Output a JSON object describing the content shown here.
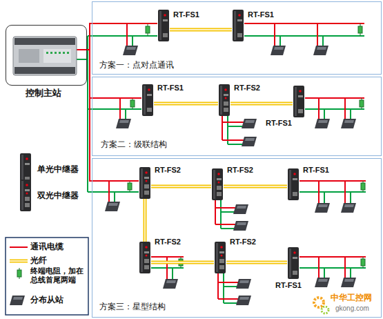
{
  "diagram": {
    "nodes": [
      {
        "text": [
          "控制主站"
        ]
      },
      {
        "text": [
          "方案一：点对点通讯"
        ]
      },
      {
        "text": [
          "RT-FS1"
        ],
        "in": 1
      },
      {
        "text": [
          "RT-FS1"
        ],
        "in": 1
      },
      {
        "text": [
          "方案二：级联结构"
        ]
      },
      {
        "text": [
          "RT-FS1"
        ],
        "in": 4
      },
      {
        "text": [
          "RT-FS2"
        ],
        "in": 4
      },
      {
        "text": [
          "RT-FS1"
        ],
        "in": 4
      },
      {
        "text": [
          "方案三：星型结构"
        ]
      },
      {
        "text": [
          "RT-FS2"
        ],
        "in": 8
      },
      {
        "text": [
          "RT-FS2"
        ],
        "in": 8
      },
      {
        "text": [
          "RT-FS1"
        ],
        "in": 8
      },
      {
        "text": [
          "RT-FS2"
        ],
        "in": 8
      },
      {
        "text": [
          "RT-FS2"
        ],
        "in": 8
      },
      {
        "text": [
          "RT-FS1"
        ],
        "in": 8
      }
    ],
    "edges": [
      {
        "from": 0,
        "to": 2,
        "arrow": "none"
      },
      {
        "from": 2,
        "to": 3,
        "arrow": "none"
      },
      {
        "from": 0,
        "to": 5,
        "arrow": "none"
      },
      {
        "from": 5,
        "to": 6,
        "arrow": "none"
      },
      {
        "from": 6,
        "to": 7,
        "arrow": "none"
      },
      {
        "from": 0,
        "to": 9,
        "arrow": "none"
      },
      {
        "from": 9,
        "to": 10,
        "arrow": "none"
      },
      {
        "from": 10,
        "to": 11,
        "arrow": "none"
      },
      {
        "from": 9,
        "to": 12,
        "arrow": "none"
      },
      {
        "from": 12,
        "to": 13,
        "arrow": "none"
      },
      {
        "from": 13,
        "to": 14,
        "arrow": "none"
      }
    ],
    "labels": [
      "中华工控网",
      "gkong.com"
    ],
    "legend": [
      {
        "text": "单光中继器"
      },
      {
        "text": "双光中继器"
      },
      {
        "text": "通讯电缆"
      },
      {
        "text": "光纤"
      },
      {
        "text": "终端电阻，加在总线首尾两端"
      },
      {
        "text": "分布从站"
      }
    ]
  }
}
